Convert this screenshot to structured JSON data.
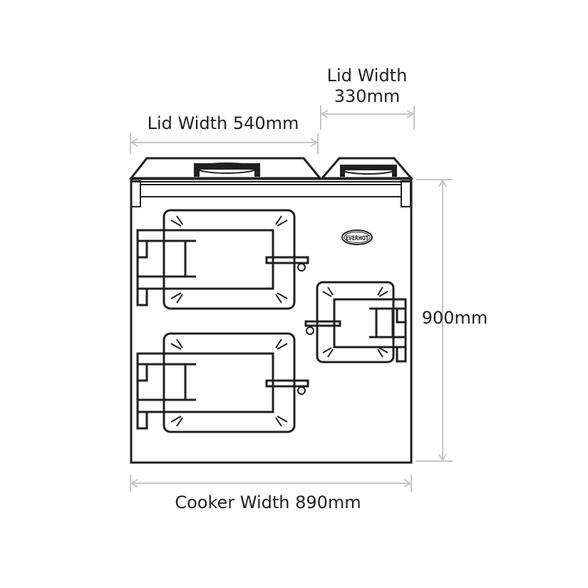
{
  "dimensions": {
    "left_lid": "Lid Width 540mm",
    "right_lid_line1": "Lid Width",
    "right_lid_line2": "330mm",
    "height": "900mm",
    "cooker_width": "Cooker Width 890mm"
  },
  "logo": "EVERHOT",
  "colors": {
    "outline": "#231f20",
    "dimension_lines": "#c6c6c6"
  }
}
